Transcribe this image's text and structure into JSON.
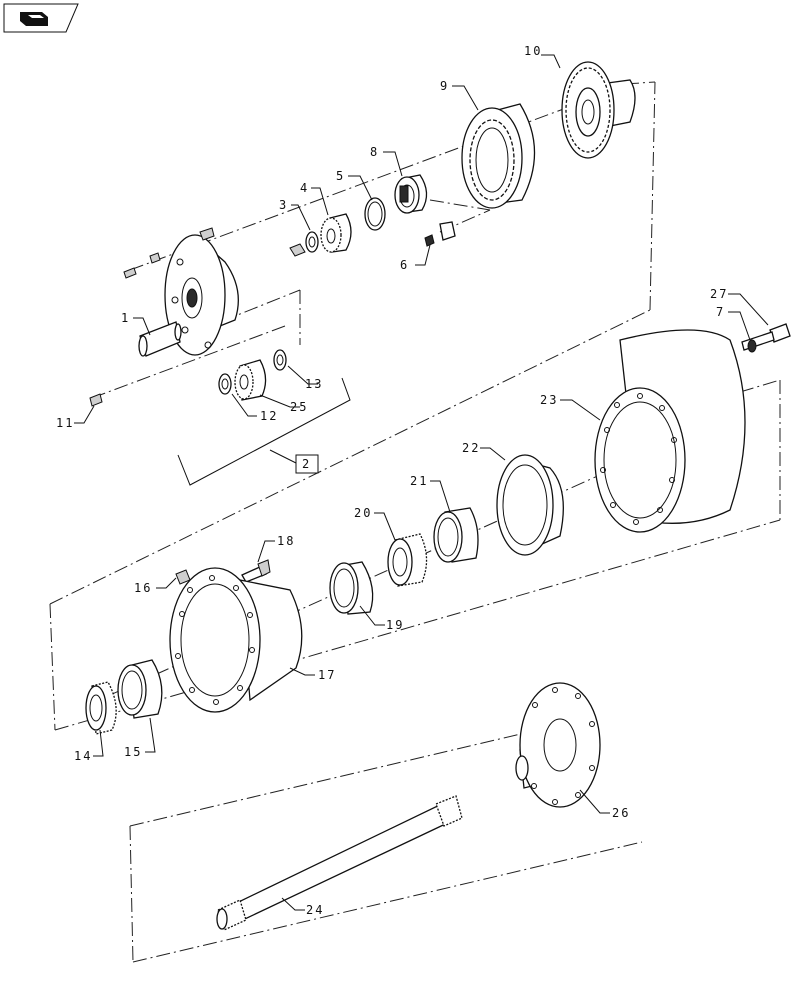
{
  "labels": {
    "p1": "1",
    "p2": "2",
    "p3": "3",
    "p4": "4",
    "p5": "5",
    "p6": "6",
    "p7": "7",
    "p8": "8",
    "p9": "9",
    "p10": "10",
    "p11": "11",
    "p12": "12",
    "p13": "13",
    "p14": "14",
    "p15": "15",
    "p16": "16",
    "p17": "17",
    "p18": "18",
    "p19": "19",
    "p20": "20",
    "p21": "21",
    "p22": "22",
    "p23": "23",
    "p24": "24",
    "p25": "25",
    "p26": "26",
    "p27": "27"
  },
  "icons": {
    "corner_tag": "book-tag-icon"
  }
}
